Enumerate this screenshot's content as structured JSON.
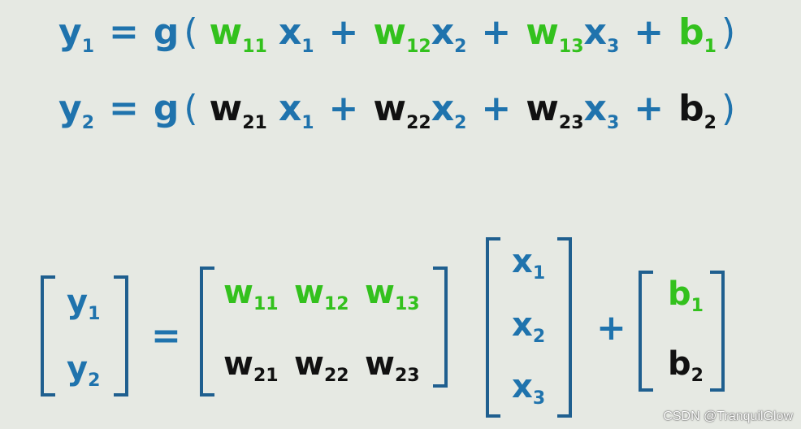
{
  "colors": {
    "blue": "#1f73ad",
    "green": "#33c11d",
    "black": "#111111",
    "background": "#e6e9e3"
  },
  "equation1": {
    "lhs": "y",
    "lhs_sub": "1",
    "equals": "=",
    "func": "g",
    "open": "(",
    "close": ")",
    "terms": [
      {
        "w": "w",
        "w_sub": "11",
        "x": "x",
        "x_sub": "1"
      },
      {
        "w": "w",
        "w_sub": "12",
        "x": "x",
        "x_sub": "2"
      },
      {
        "w": "w",
        "w_sub": "13",
        "x": "x",
        "x_sub": "3"
      }
    ],
    "plus": "+",
    "b": "b",
    "b_sub": "1"
  },
  "equation2": {
    "lhs": "y",
    "lhs_sub": "2",
    "equals": "=",
    "func": "g",
    "open": "(",
    "close": ")",
    "terms": [
      {
        "w": "w",
        "w_sub": "21",
        "x": "x",
        "x_sub": "1"
      },
      {
        "w": "w",
        "w_sub": "22",
        "x": "x",
        "x_sub": "2"
      },
      {
        "w": "w",
        "w_sub": "23",
        "x": "x",
        "x_sub": "3"
      }
    ],
    "plus": "+",
    "b": "b",
    "b_sub": "2"
  },
  "matrix_form": {
    "y_vector": [
      {
        "sym": "y",
        "sub": "1"
      },
      {
        "sym": "y",
        "sub": "2"
      }
    ],
    "equals": "=",
    "weights": [
      [
        {
          "sym": "w",
          "sub": "11"
        },
        {
          "sym": "w",
          "sub": "12"
        },
        {
          "sym": "w",
          "sub": "13"
        }
      ],
      [
        {
          "sym": "w",
          "sub": "21"
        },
        {
          "sym": "w",
          "sub": "22"
        },
        {
          "sym": "w",
          "sub": "23"
        }
      ]
    ],
    "x_vector": [
      {
        "sym": "x",
        "sub": "1"
      },
      {
        "sym": "x",
        "sub": "2"
      },
      {
        "sym": "x",
        "sub": "3"
      }
    ],
    "plus": "+",
    "b_vector": [
      {
        "sym": "b",
        "sub": "1"
      },
      {
        "sym": "b",
        "sub": "2"
      }
    ]
  },
  "watermark": "CSDN @TranquilGlow"
}
